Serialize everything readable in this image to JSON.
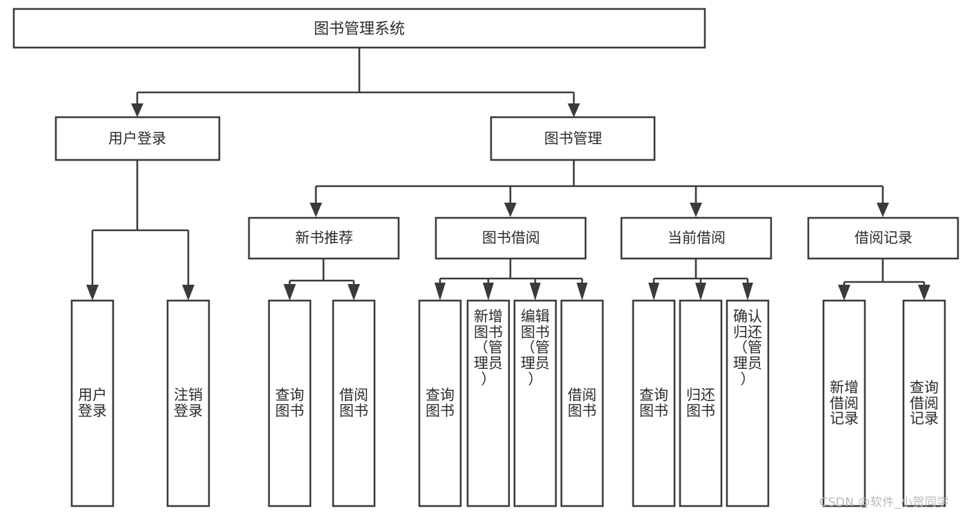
{
  "diagram": {
    "title": "图书管理系统",
    "type": "tree-hierarchy-chart",
    "root": {
      "id": "root",
      "label": "图书管理系统"
    },
    "level1": [
      {
        "id": "user-login",
        "label": "用户登录"
      },
      {
        "id": "book-manage",
        "label": "图书管理"
      }
    ],
    "level2": [
      {
        "id": "new-book-recommend",
        "label": "新书推荐",
        "parent": "book-manage"
      },
      {
        "id": "book-borrow",
        "label": "图书借阅",
        "parent": "book-manage"
      },
      {
        "id": "current-borrow",
        "label": "当前借阅",
        "parent": "book-manage"
      },
      {
        "id": "borrow-record",
        "label": "借阅记录",
        "parent": "book-manage"
      }
    ],
    "leaves": [
      {
        "id": "leaf-user-login",
        "parent": "user-login",
        "lines": [
          "用户",
          "登录"
        ]
      },
      {
        "id": "leaf-user-logout",
        "parent": "user-login",
        "lines": [
          "注销",
          "登录"
        ]
      },
      {
        "id": "leaf-recommend-query-book",
        "parent": "new-book-recommend",
        "lines": [
          "查询",
          "图书"
        ]
      },
      {
        "id": "leaf-recommend-borrow-book",
        "parent": "new-book-recommend",
        "lines": [
          "借阅",
          "图书"
        ]
      },
      {
        "id": "leaf-borrow-query-book",
        "parent": "book-borrow",
        "lines": [
          "查询",
          "图书"
        ]
      },
      {
        "id": "leaf-borrow-add-book-admin",
        "parent": "book-borrow",
        "lines": [
          "新增",
          "图书",
          "（管",
          "理员",
          "）"
        ]
      },
      {
        "id": "leaf-borrow-edit-book-admin",
        "parent": "book-borrow",
        "lines": [
          "编辑",
          "图书",
          "（管",
          "理员",
          "）"
        ]
      },
      {
        "id": "leaf-borrow-borrow-book",
        "parent": "book-borrow",
        "lines": [
          "借阅",
          "图书"
        ]
      },
      {
        "id": "leaf-current-query-book",
        "parent": "current-borrow",
        "lines": [
          "查询",
          "图书"
        ]
      },
      {
        "id": "leaf-current-return-book",
        "parent": "current-borrow",
        "lines": [
          "归还",
          "图书"
        ]
      },
      {
        "id": "leaf-current-confirm-return-admin",
        "parent": "current-borrow",
        "lines": [
          "确认",
          "归还",
          "（管",
          "理员",
          "）"
        ]
      },
      {
        "id": "leaf-record-add",
        "parent": "borrow-record",
        "lines": [
          "新增",
          "借阅",
          "记录"
        ]
      },
      {
        "id": "leaf-record-query",
        "parent": "borrow-record",
        "lines": [
          "查询",
          "借阅",
          "记录"
        ]
      }
    ],
    "colors": {
      "stroke": "#3a3a3a",
      "box_fill": "#ffffff",
      "text": "#2b2b2b",
      "background": "#ffffff",
      "watermark": "#b9b9b9"
    }
  },
  "watermark": {
    "text": "CSDN @软件_小贺同学"
  }
}
